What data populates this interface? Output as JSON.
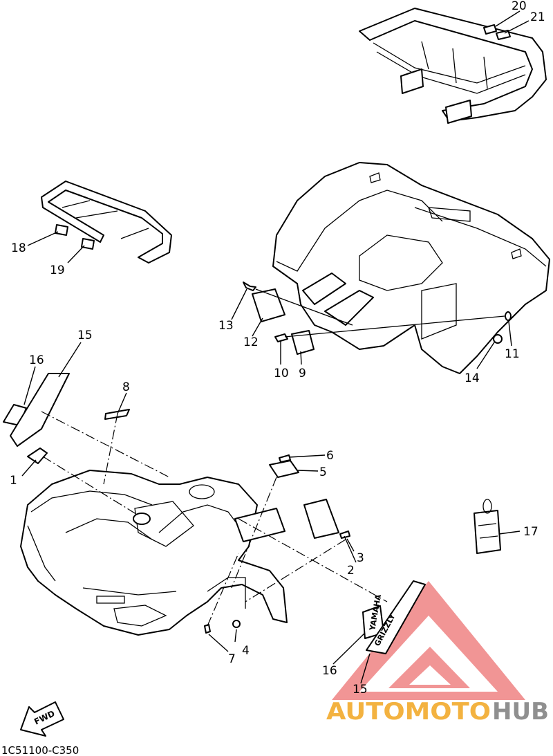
{
  "diagram": {
    "part_code": "1C51100-C350",
    "fwd_label": "FWD",
    "decal_texts": [
      "GRIZZLY",
      "YAMAHA"
    ],
    "watermark": {
      "brand_left": "AUTOMOTO",
      "brand_right": "HUB",
      "accent_color": "#f3b240",
      "triangle_color": "#f08a8a",
      "gray_color": "#8f8f8f"
    },
    "callouts": [
      {
        "id": "c1",
        "label": "1"
      },
      {
        "id": "c2",
        "label": "2"
      },
      {
        "id": "c3",
        "label": "3"
      },
      {
        "id": "c4",
        "label": "4"
      },
      {
        "id": "c5",
        "label": "5"
      },
      {
        "id": "c6",
        "label": "6"
      },
      {
        "id": "c7",
        "label": "7"
      },
      {
        "id": "c8",
        "label": "8"
      },
      {
        "id": "c9",
        "label": "9"
      },
      {
        "id": "c10",
        "label": "10"
      },
      {
        "id": "c11",
        "label": "11"
      },
      {
        "id": "c12",
        "label": "12"
      },
      {
        "id": "c13",
        "label": "13"
      },
      {
        "id": "c14",
        "label": "14"
      },
      {
        "id": "c15a",
        "label": "15"
      },
      {
        "id": "c15b",
        "label": "15"
      },
      {
        "id": "c16a",
        "label": "16"
      },
      {
        "id": "c16b",
        "label": "16"
      },
      {
        "id": "c17",
        "label": "17"
      },
      {
        "id": "c18",
        "label": "18"
      },
      {
        "id": "c19",
        "label": "19"
      },
      {
        "id": "c20",
        "label": "20"
      },
      {
        "id": "c21",
        "label": "21"
      }
    ]
  }
}
